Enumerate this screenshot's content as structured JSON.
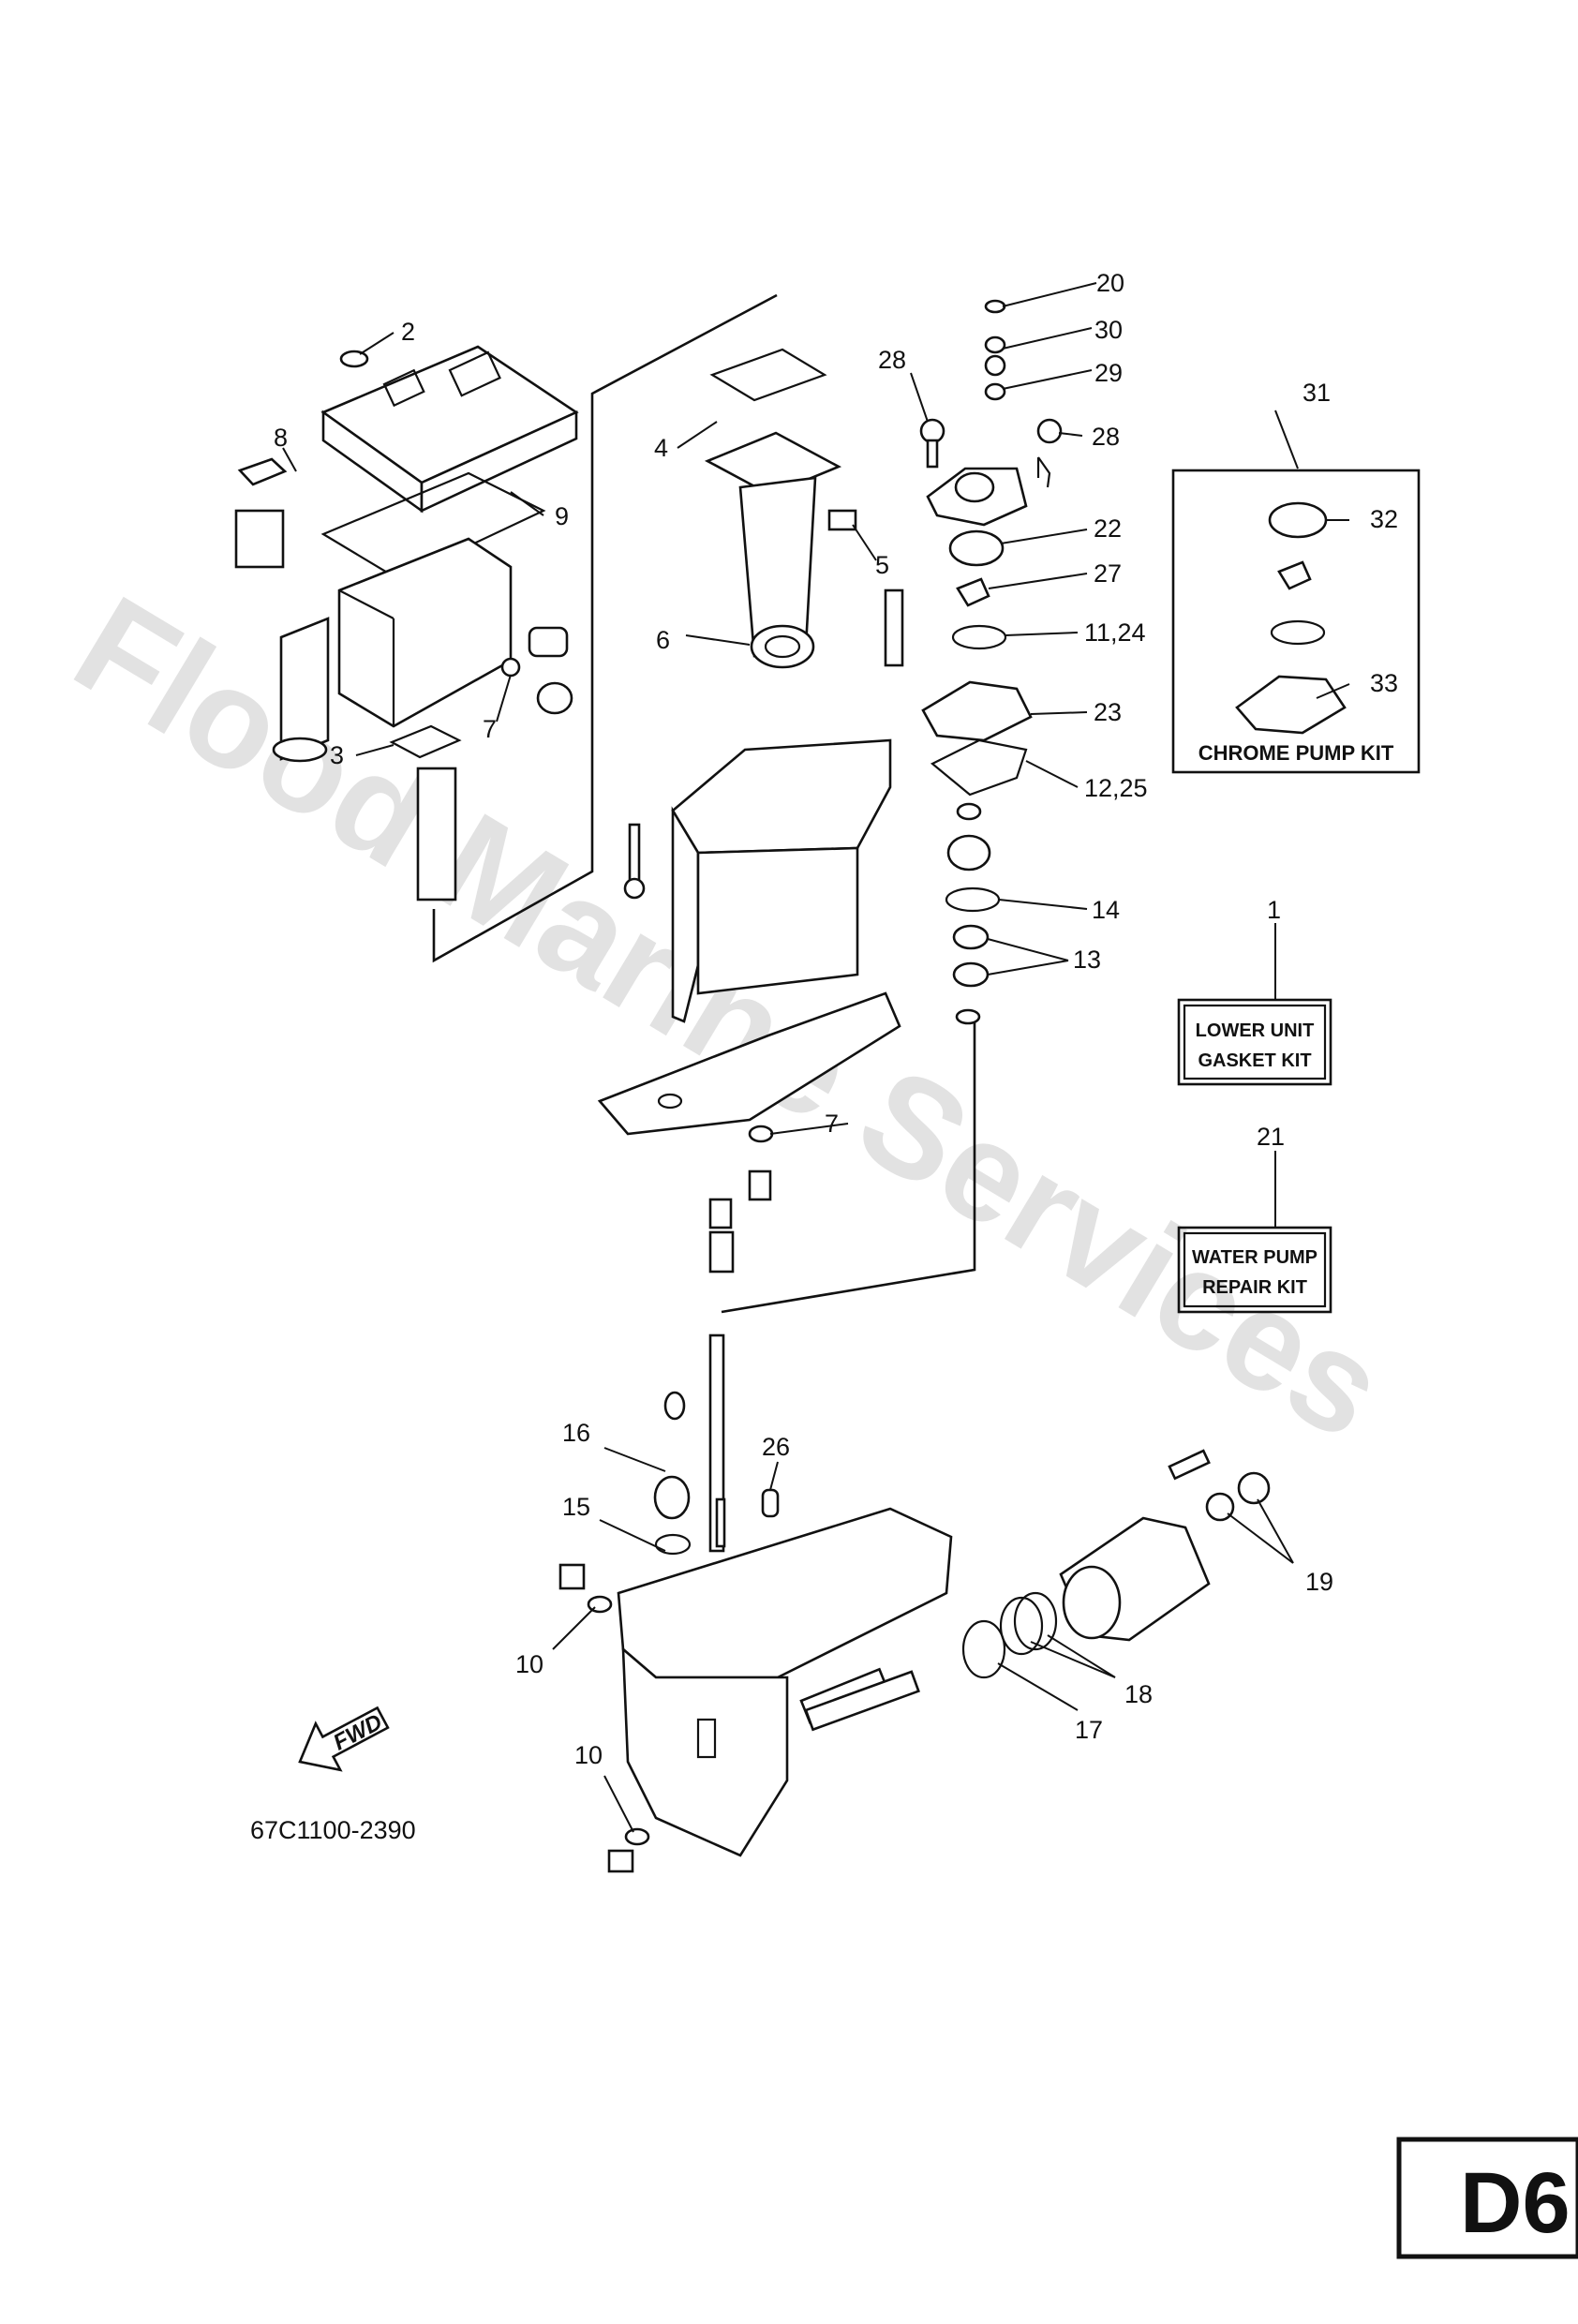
{
  "diagram": {
    "watermark": "Flood Marine Services",
    "part_code": "67C1100-2390",
    "page_id": "D6",
    "fwd_label": "FWD",
    "callouts": [
      {
        "id": "c1",
        "text": "1"
      },
      {
        "id": "c2",
        "text": "2"
      },
      {
        "id": "c3",
        "text": "3"
      },
      {
        "id": "c4",
        "text": "4"
      },
      {
        "id": "c5",
        "text": "5"
      },
      {
        "id": "c6",
        "text": "6"
      },
      {
        "id": "c7a",
        "text": "7"
      },
      {
        "id": "c7b",
        "text": "7"
      },
      {
        "id": "c8",
        "text": "8"
      },
      {
        "id": "c9",
        "text": "9"
      },
      {
        "id": "c10a",
        "text": "10"
      },
      {
        "id": "c10b",
        "text": "10"
      },
      {
        "id": "c11",
        "text": "11,24"
      },
      {
        "id": "c12",
        "text": "12,25"
      },
      {
        "id": "c13",
        "text": "13"
      },
      {
        "id": "c14",
        "text": "14"
      },
      {
        "id": "c15",
        "text": "15"
      },
      {
        "id": "c16",
        "text": "16"
      },
      {
        "id": "c17",
        "text": "17"
      },
      {
        "id": "c18",
        "text": "18"
      },
      {
        "id": "c19",
        "text": "19"
      },
      {
        "id": "c20",
        "text": "20"
      },
      {
        "id": "c21",
        "text": "21"
      },
      {
        "id": "c22",
        "text": "22"
      },
      {
        "id": "c23",
        "text": "23"
      },
      {
        "id": "c26",
        "text": "26"
      },
      {
        "id": "c27",
        "text": "27"
      },
      {
        "id": "c28a",
        "text": "28"
      },
      {
        "id": "c28b",
        "text": "28"
      },
      {
        "id": "c29",
        "text": "29"
      },
      {
        "id": "c30",
        "text": "30"
      },
      {
        "id": "c31",
        "text": "31"
      },
      {
        "id": "c32",
        "text": "32"
      },
      {
        "id": "c33",
        "text": "33"
      }
    ],
    "kits": {
      "lower_unit": {
        "line1": "LOWER UNIT",
        "line2": "GASKET KIT"
      },
      "water_pump": {
        "line1": "WATER PUMP",
        "line2": "REPAIR KIT"
      },
      "chrome_pump": {
        "title": "CHROME PUMP KIT"
      }
    }
  }
}
